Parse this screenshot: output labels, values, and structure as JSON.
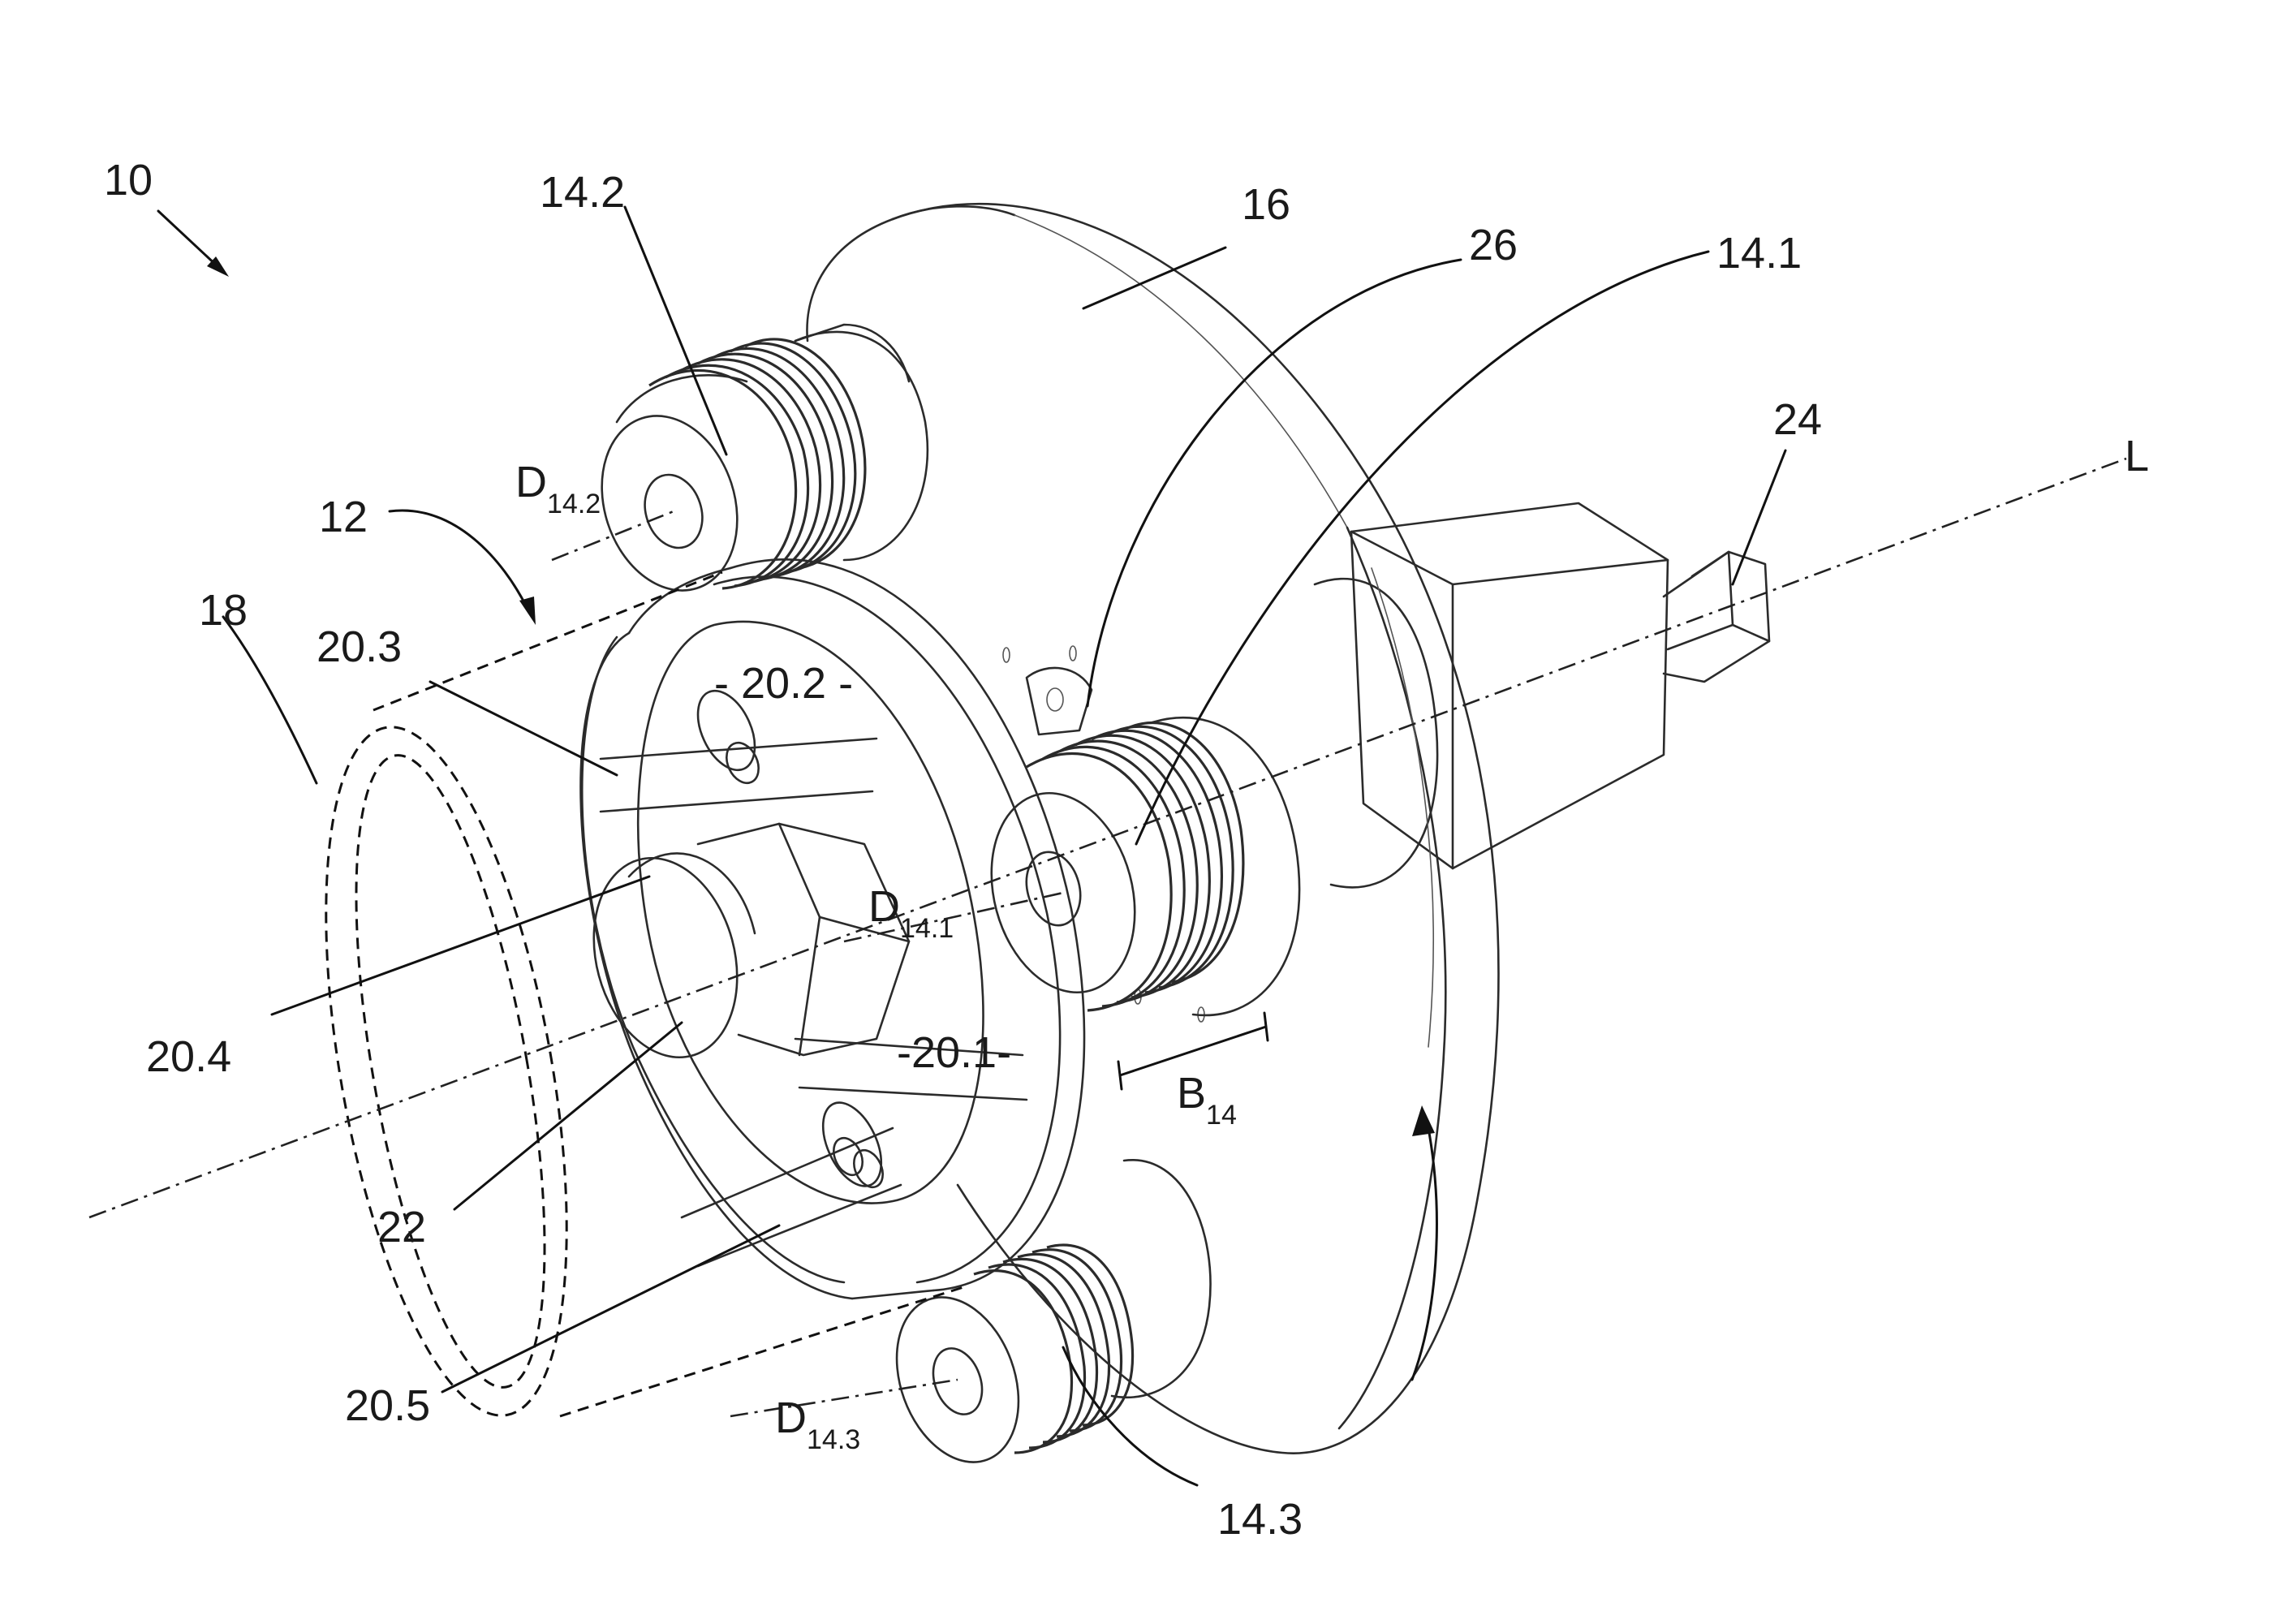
{
  "labels": {
    "l10": "10",
    "l14_2": "14.2",
    "l16": "16",
    "l26": "26",
    "l14_1": "14.1",
    "l24": "24",
    "lL": "L",
    "l12": "12",
    "l18": "18",
    "l20_3": "20.3",
    "l20_2": "- 20.2 -",
    "l20_4": "20.4",
    "l20_1": "-20.1-",
    "l22": "22",
    "l20_5": "20.5",
    "l14_3": "14.3",
    "dD": "D",
    "d14_2_sub": "14.2",
    "d14_1_sub": "14.1",
    "d14_3_sub": "14.3",
    "bB": "B",
    "b14_sub": "14"
  }
}
